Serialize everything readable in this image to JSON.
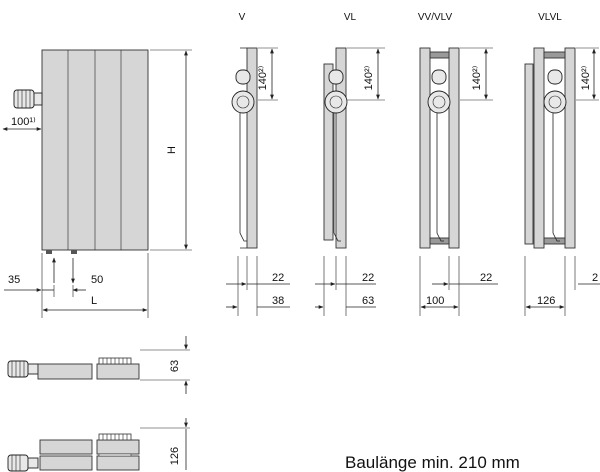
{
  "variants": {
    "v": {
      "title": "V",
      "dim_top": "140²⁾",
      "dim_bottom_1": "22",
      "dim_bottom_2": "38"
    },
    "vl": {
      "title": "VL",
      "dim_top": "140²⁾",
      "dim_bottom_1": "22",
      "dim_bottom_2": "63"
    },
    "vv": {
      "title": "VV/VLV",
      "dim_top": "140²⁾",
      "dim_bottom_1": "22",
      "dim_bottom_2": "100"
    },
    "vlvl": {
      "title": "VLVL",
      "dim_top": "140²⁾",
      "dim_bottom_1": "2",
      "dim_bottom_2": "126"
    }
  },
  "front_view": {
    "height_label": "H",
    "valve_offset": "100¹⁾",
    "left_label": "35",
    "connection_label": "50",
    "length_label": "L"
  },
  "top_views": {
    "single_depth": "63",
    "double_depth": "126"
  },
  "note": "Baulänge min. 210 mm"
}
